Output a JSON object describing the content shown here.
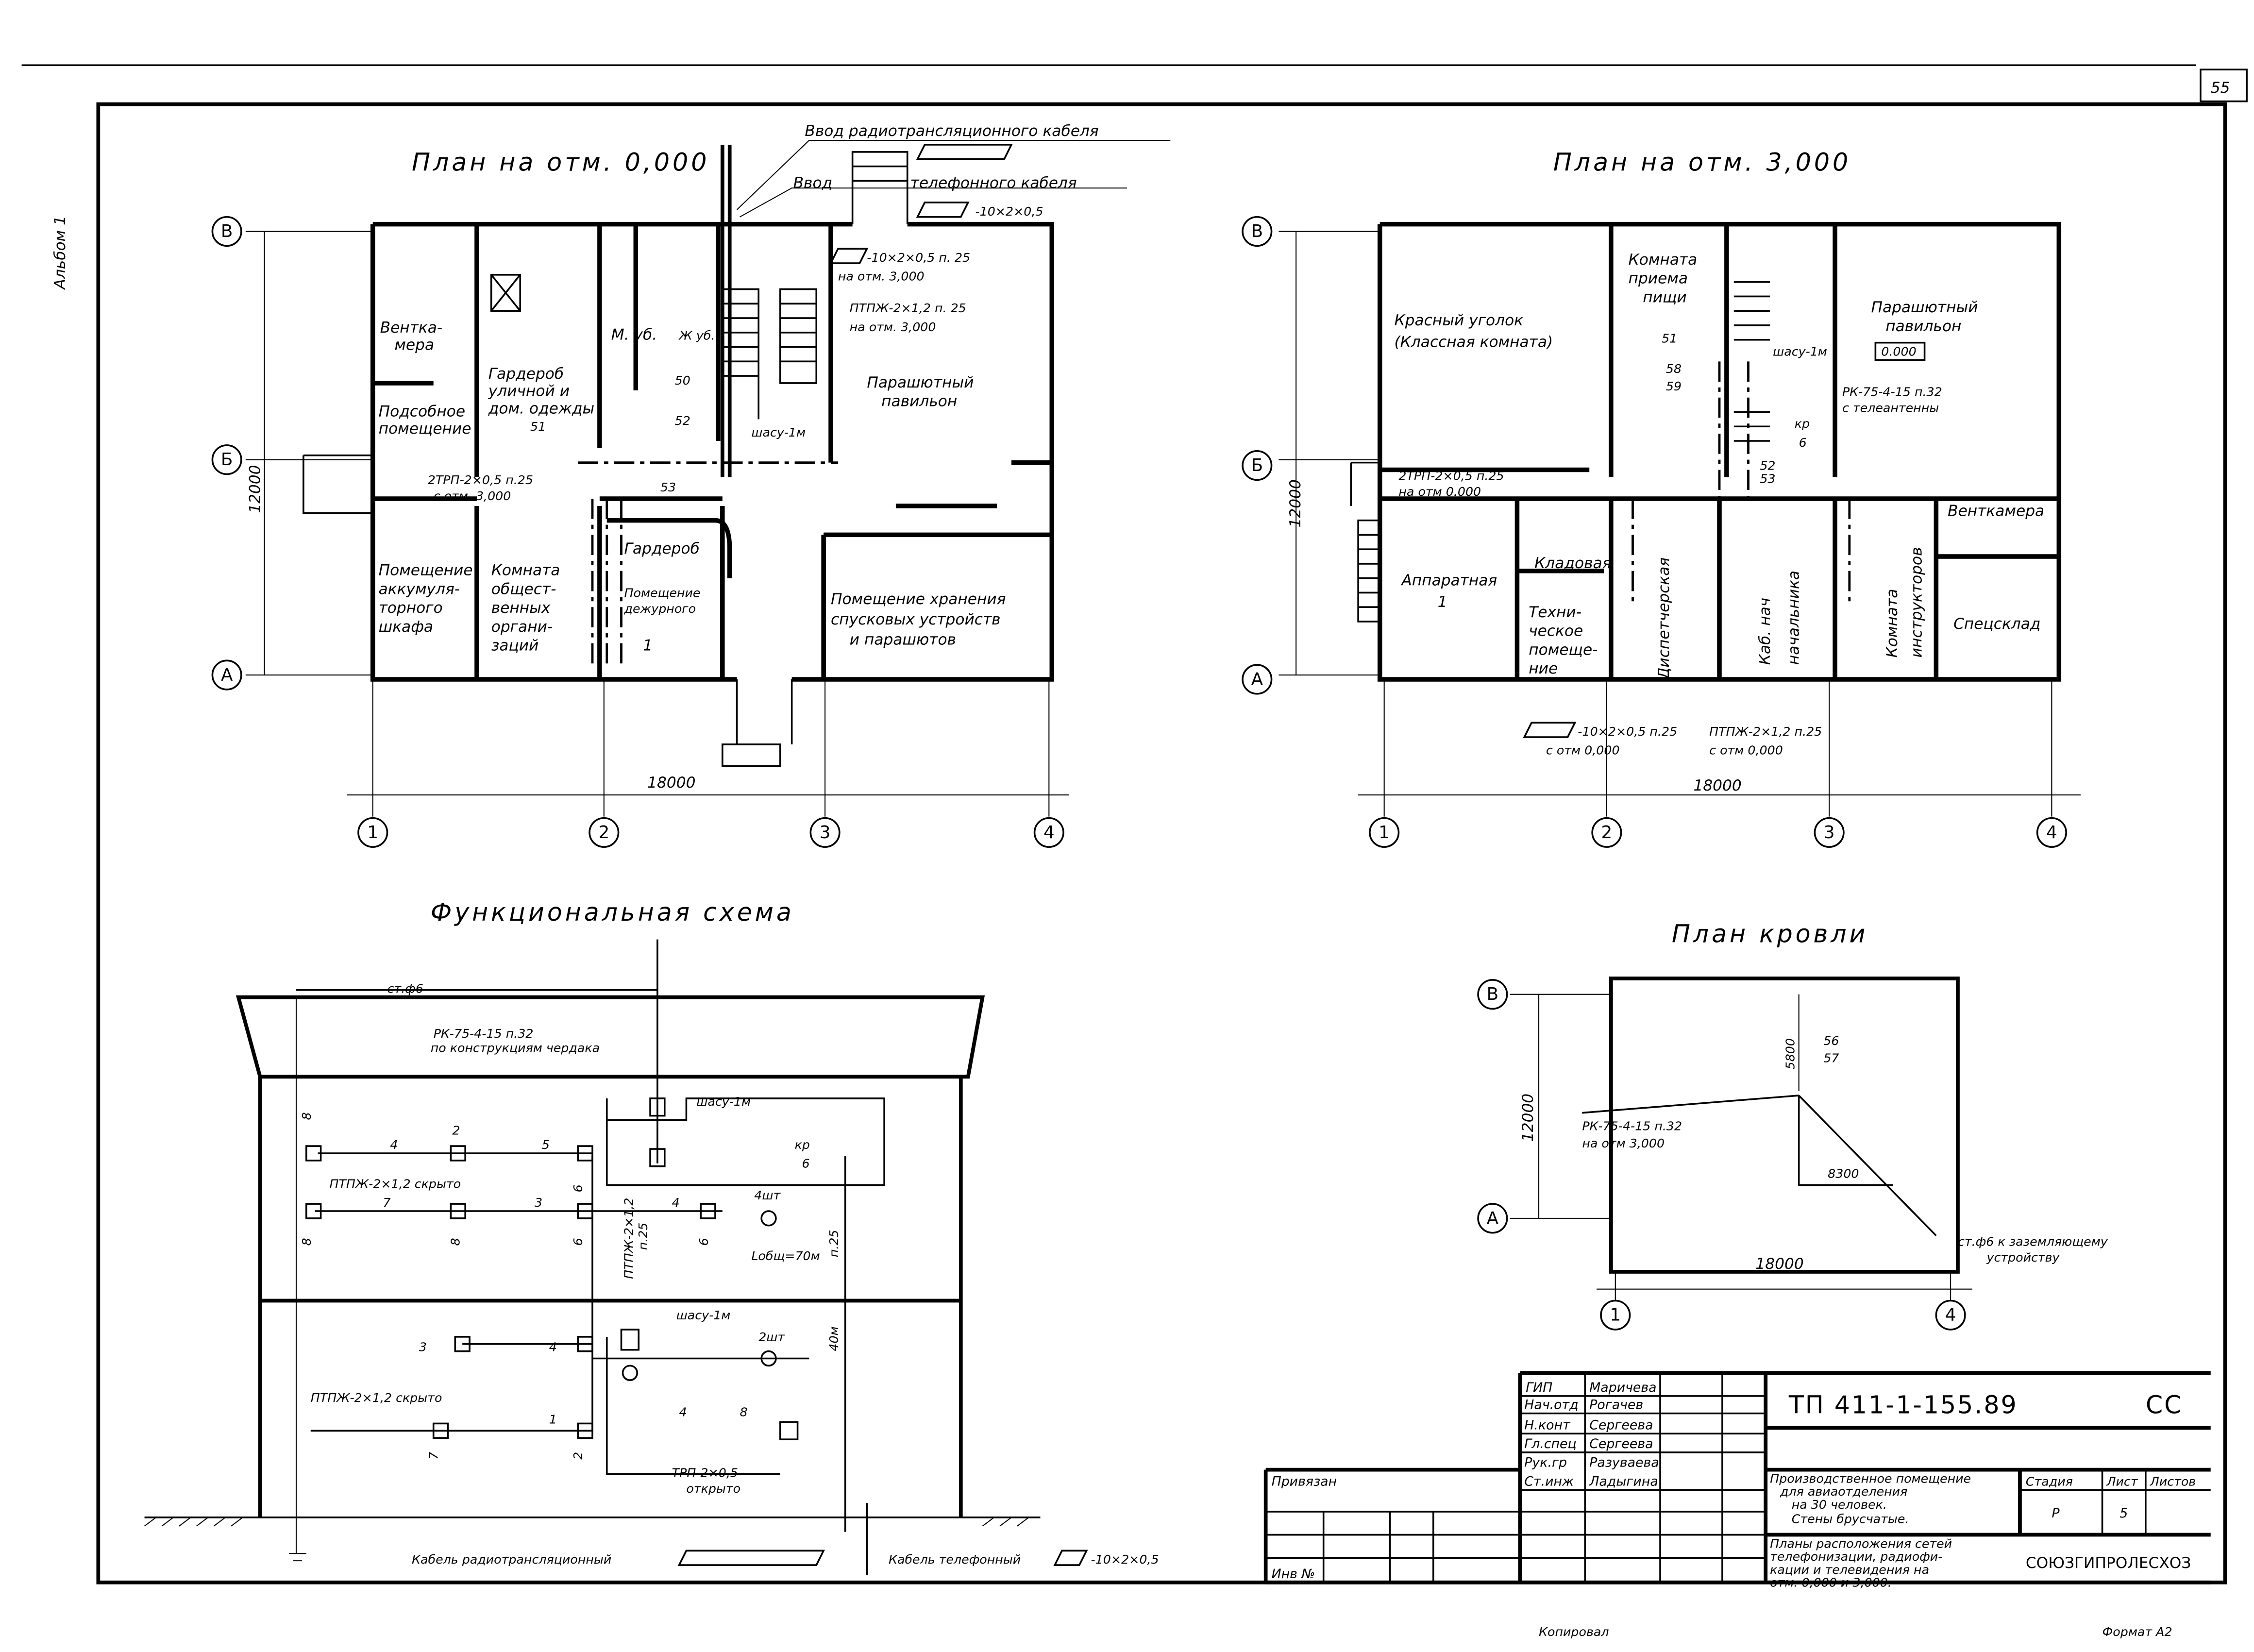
{
  "sheet": {
    "number": "55",
    "album_label": "Альбом 1",
    "copied_label": "Копировал",
    "format_label": "Формат А2"
  },
  "axes": {
    "rows": [
      "В",
      "Б",
      "А"
    ],
    "cols": [
      "1",
      "2",
      "3",
      "4"
    ],
    "width": "18000",
    "height": "12000"
  },
  "plan0": {
    "title": "План на отм. 0,000",
    "rooms": [
      "Вентка-",
      "мера",
      "Подсобное",
      "помещение",
      "Гардероб",
      "уличной и",
      "дом. одежды",
      "М. уб.",
      "Ж уб.",
      "Парашютный",
      "павильон",
      "Помещение",
      "аккумуля-",
      "торного",
      "шкафа",
      "Комната",
      "общест-",
      "венных",
      "органи-",
      "заций",
      "Гардероб",
      "Помещение",
      "дежурного",
      "Помещение хранения",
      "спусковых устройств",
      "и парашютов"
    ],
    "labels": [
      "Ввод радиотрансляционного кабеля",
      "Ввод",
      "телефонного кабеля",
      "-10×2×0,5",
      "-10×2×0,5 п. 25",
      "на отм. 3,000",
      "ПТПЖ-2×1,2 п. 25",
      "на отм. 3,000",
      "50",
      "52",
      "51",
      "53",
      "шасу-1м",
      "2ТРП-2×0,5 п.25",
      "с отм. 3,000",
      "1"
    ]
  },
  "plan3": {
    "title": "План на отм. 3,000",
    "rooms": [
      "Красный уголок",
      "(Классная комната)",
      "Комната",
      "приема",
      "пищи",
      "Парашютный",
      "павильон",
      "Аппаратная",
      "Кладовая",
      "Техни-",
      "ческое",
      "помеще-",
      "ние",
      "Диспетчерская",
      "Каб. нач",
      "начальника",
      "Комната",
      "инструкторов",
      "Венткамера",
      "Спецсклад"
    ],
    "labels": [
      "51",
      "58",
      "59",
      "шасу-1м",
      "0.000",
      "РК-75-4-15 п.32",
      "с телеантенны",
      "кр",
      "6",
      "2ТРП-2×0,5 п.25",
      "на отм 0.000",
      "1",
      "52",
      "53",
      "-10×2×0,5 п.25",
      "с отм 0,000",
      "ПТПЖ-2×1,2 п.25",
      "с отм 0,000"
    ]
  },
  "scheme": {
    "title": "Функциональная схема",
    "labels": [
      "ст.ф6",
      "РК-75-4-15 п.32",
      "по конструкциям чердака",
      "шасу-1м",
      "кр",
      "6",
      "ПТПЖ-2×1,2 скрыто",
      "4",
      "5",
      "7",
      "3",
      "4",
      "4шт",
      "Lобщ=70м",
      "ПТПЖ-2×1,2",
      "п.25",
      "п.25",
      "40м",
      "шасу-1м",
      "2шт",
      "ПТПЖ-2×1,2 скрыто",
      "ТРП-2×0,5",
      "открыто",
      "Кабель радиотрансляционный",
      "Кабель телефонный",
      "-10×2×0,5",
      "3",
      "4",
      "1",
      "4",
      "8",
      "8",
      "8",
      "8",
      "6",
      "6",
      "7",
      "2",
      "6",
      "2"
    ]
  },
  "roof": {
    "title": "План кровли",
    "labels": [
      "5800",
      "56",
      "57",
      "РК-75-4-15 п.32",
      "на отм 3,000",
      "8300",
      "ст.ф6 к заземляющему",
      "устройству"
    ]
  },
  "title_block": {
    "roles": [
      "ГИП",
      "Нач.отд",
      "Н.конт",
      "Гл.спец",
      "Рук.гр",
      "Ст.инж"
    ],
    "names": [
      "Маричева",
      "Рогачев",
      "Сергеева",
      "Сергеева",
      "Разуваева",
      "Ладыгина"
    ],
    "linked_label": "Привязан",
    "inv_label": "Инв №",
    "code": "ТП 411-1-155.89",
    "mark": "СС",
    "object": [
      "Производственное помещение",
      "для авиаотделения",
      "на 30 человек.",
      "Стены брусчатые."
    ],
    "stage_header": "Стадия",
    "sheet_header": "Лист",
    "sheets_header": "Листов",
    "stage": "Р",
    "sheet": "5",
    "drawing": [
      "Планы расположения сетей",
      "телефонизации, радиофи-",
      "кации и телевидения на",
      "отм. 0,000 и 3,000."
    ],
    "org": "СОЮЗГИПРОЛЕСХОЗ"
  }
}
